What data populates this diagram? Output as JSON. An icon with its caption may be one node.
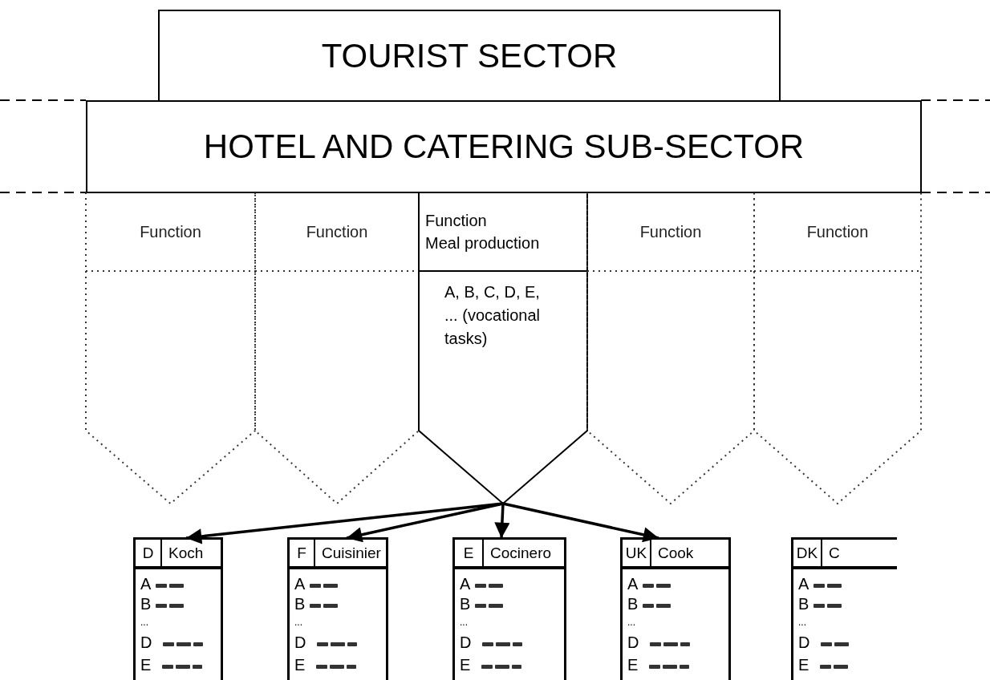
{
  "diagram": {
    "nodes": [
      {
        "text": [
          "TOURIST SECTOR"
        ]
      },
      {
        "text": [
          "HOTEL AND CATERING SUB-SECTOR"
        ]
      },
      {
        "text": [
          "Function"
        ]
      },
      {
        "text": [
          "Function"
        ]
      },
      {
        "text": [
          "Function",
          "Meal production",
          "A, B, C, D, E, ... (vocational tasks)"
        ]
      },
      {
        "text": [
          "Function"
        ]
      },
      {
        "text": [
          "Function"
        ]
      },
      {
        "text": [
          "D",
          "Koch",
          "A",
          "B",
          "...",
          "D",
          "E"
        ]
      },
      {
        "text": [
          "F",
          "Cuisinier",
          "A",
          "B",
          "...",
          "D",
          "E"
        ]
      },
      {
        "text": [
          "E",
          "Cocinero",
          "A",
          "B",
          "...",
          "D",
          "E"
        ]
      },
      {
        "text": [
          "UK",
          "Cook",
          "A",
          "B",
          "...",
          "D",
          "E"
        ]
      },
      {
        "text": [
          "DK",
          "C",
          "A",
          "B",
          "...",
          "D",
          "E"
        ]
      }
    ],
    "edges": [
      {
        "from": 4,
        "to": 7,
        "arrow": "to"
      },
      {
        "from": 4,
        "to": 8,
        "arrow": "to"
      },
      {
        "from": 4,
        "to": 9,
        "arrow": "to"
      },
      {
        "from": 4,
        "to": 10,
        "arrow": "to"
      }
    ]
  }
}
